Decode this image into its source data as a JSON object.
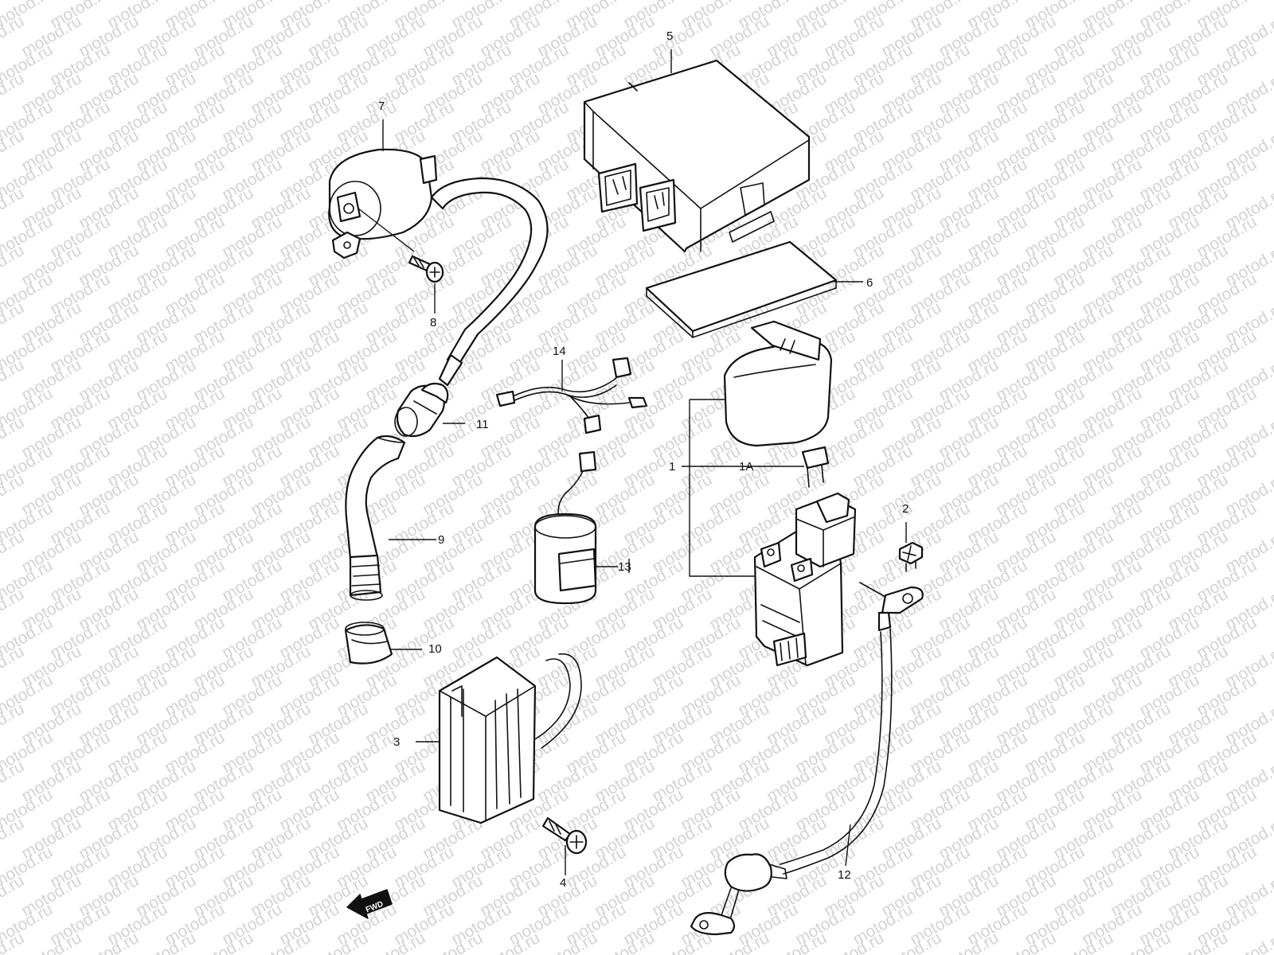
{
  "watermark": "motod.ru",
  "fwd_label": "FWD",
  "parts": {
    "p1": "1",
    "p1a": "1A",
    "p2": "2",
    "p3": "3",
    "p4": "4",
    "p5": "5",
    "p6": "6",
    "p7": "7",
    "p8": "8",
    "p9": "9",
    "p10": "10",
    "p11": "11",
    "p12": "12",
    "p13": "13",
    "p14": "14"
  }
}
